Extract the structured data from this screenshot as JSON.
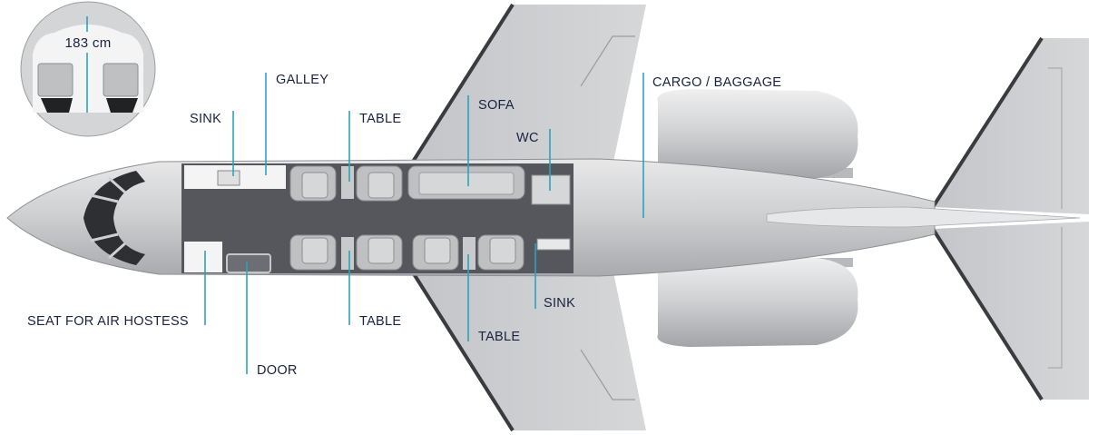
{
  "inset": {
    "cabin_height": "183 cm"
  },
  "labels": {
    "galley": "GALLEY",
    "sink_top": "SINK",
    "table_top": "TABLE",
    "sofa": "SOFA",
    "wc": "WC",
    "cargo": "CARGO / BAGGAGE",
    "seat_hostess": "SEAT FOR AIR HOSTESS",
    "door": "DOOR",
    "table_bottom_left": "TABLE",
    "table_bottom_right": "TABLE",
    "sink_bottom": "SINK"
  },
  "colors": {
    "leader": "#2aa3bd",
    "label": "#1b2140",
    "floor": "#55575c",
    "fuselage": "#c9cacc"
  }
}
